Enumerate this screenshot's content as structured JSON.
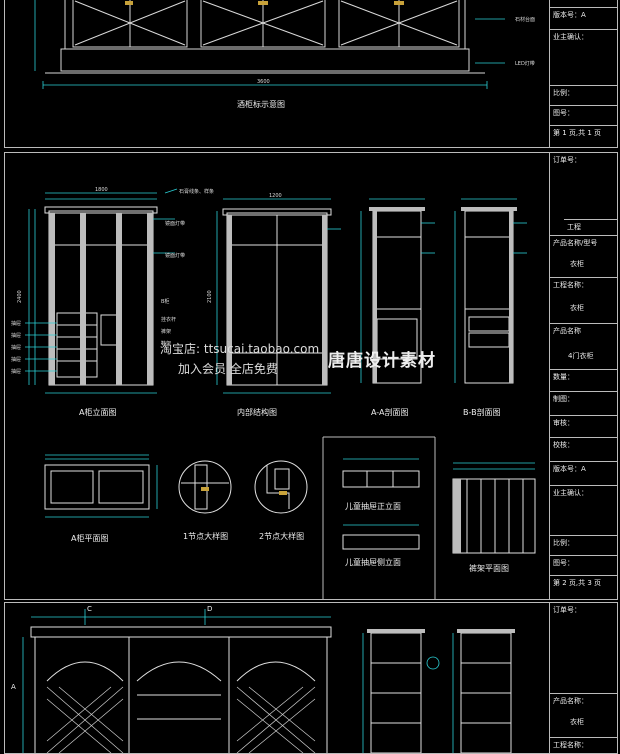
{
  "sheet1": {
    "title_block": {
      "version": "版本号：A",
      "owner_confirm": "业主确认：",
      "scale": "比例：",
      "drawing_no": "图号：",
      "page": "第 1 页,共 1 页"
    },
    "view_label": "酒柜标示意图"
  },
  "sheet2": {
    "title_block": {
      "order_no": "订单号：",
      "project": "工程",
      "product_name_label": "产品名称/型号",
      "product_name_value": "衣柜",
      "project_name_label": "工程名称：",
      "project_name_value": "衣柜",
      "product_name2_label": "产品名称",
      "product_name2_value": "4门衣柜",
      "qty": "数量：",
      "drawn": "制图：",
      "reviewed": "审核：",
      "checked": "校核：",
      "version": "版本号：A",
      "owner_confirm": "业主确认：",
      "scale": "比例：",
      "drawing_no": "图号：",
      "page": "第 2 页,共 3 页"
    },
    "views": {
      "elevation": "A柜立面图",
      "inner": "内部结构图",
      "section_a": "A-A剖面图",
      "section_b": "B-B剖面图",
      "plan": "A柜平面图",
      "node1": "1节点大样图",
      "node2": "2节点大样图",
      "drawer_front": "儿童抽屉正立面",
      "drawer_side": "儿童抽屉侧立面",
      "rack_plan": "裤架平面图"
    }
  },
  "sheet3": {
    "title_block": {
      "order_no": "订单号：",
      "product_name_label": "产品名称：",
      "product_name_value": "衣柜",
      "project": "工程名称："
    },
    "section_marks": [
      "C",
      "D"
    ],
    "side_mark": "A"
  },
  "watermark": {
    "shop": "淘宝店: ttsucai.taobao.com",
    "brand": "唐唐设计素材",
    "promo": "加入会员 全店免费"
  },
  "dims": {
    "top": "3600",
    "w1": "1800",
    "w2": "1200",
    "h1": "2400",
    "h2": "2100"
  }
}
